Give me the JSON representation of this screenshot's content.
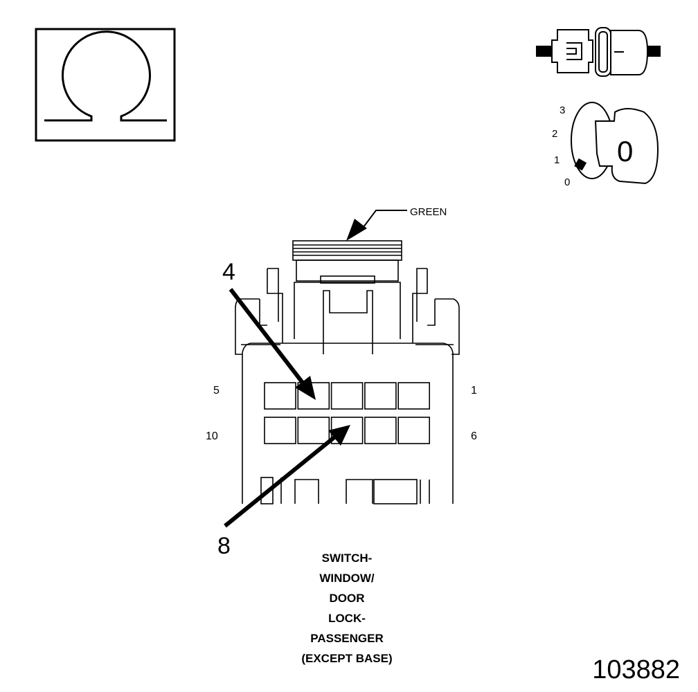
{
  "ohm_symbol": {
    "icon": "ohm-icon",
    "glyph": "Ω"
  },
  "key_icon": {
    "icon": "ignition-key-icon",
    "positions": [
      "3",
      "2",
      "1",
      "0"
    ],
    "key_label": "0"
  },
  "connector_icon": {
    "icon": "connector-disconnect-icon"
  },
  "connector": {
    "color_callout": "GREEN",
    "pin_labels": {
      "top_left": "5",
      "top_right": "1",
      "bottom_left": "10",
      "bottom_right": "6"
    },
    "callouts": [
      {
        "pin": "4",
        "label": "4"
      },
      {
        "pin": "8",
        "label": "8"
      }
    ],
    "cavities_per_row": 5,
    "rows": 2
  },
  "caption_lines": [
    "SWITCH-",
    "WINDOW/",
    "DOOR",
    "LOCK-",
    "PASSENGER",
    "(EXCEPT BASE)"
  ],
  "figure_number": "103882"
}
